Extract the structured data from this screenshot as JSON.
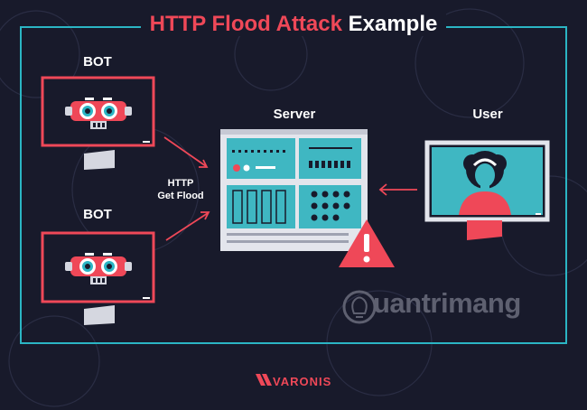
{
  "title": {
    "part1": "HTTP Flood Attack",
    "part2": "Example"
  },
  "labels": {
    "bot_top": "BOT",
    "bot_bottom": "BOT",
    "server": "Server",
    "user": "User",
    "flood_line1": "HTTP",
    "flood_line2": "Get Flood"
  },
  "watermark": {
    "text": "uantrimang",
    "icon": "lightbulb-icon"
  },
  "brand": {
    "name": "VARONIS",
    "icon": "varonis-logo-icon"
  },
  "colors": {
    "background": "#181a2b",
    "accent_red": "#ef4858",
    "accent_cyan": "#2bb5c4",
    "server_teal": "#3fb7c2",
    "text": "#ffffff"
  }
}
